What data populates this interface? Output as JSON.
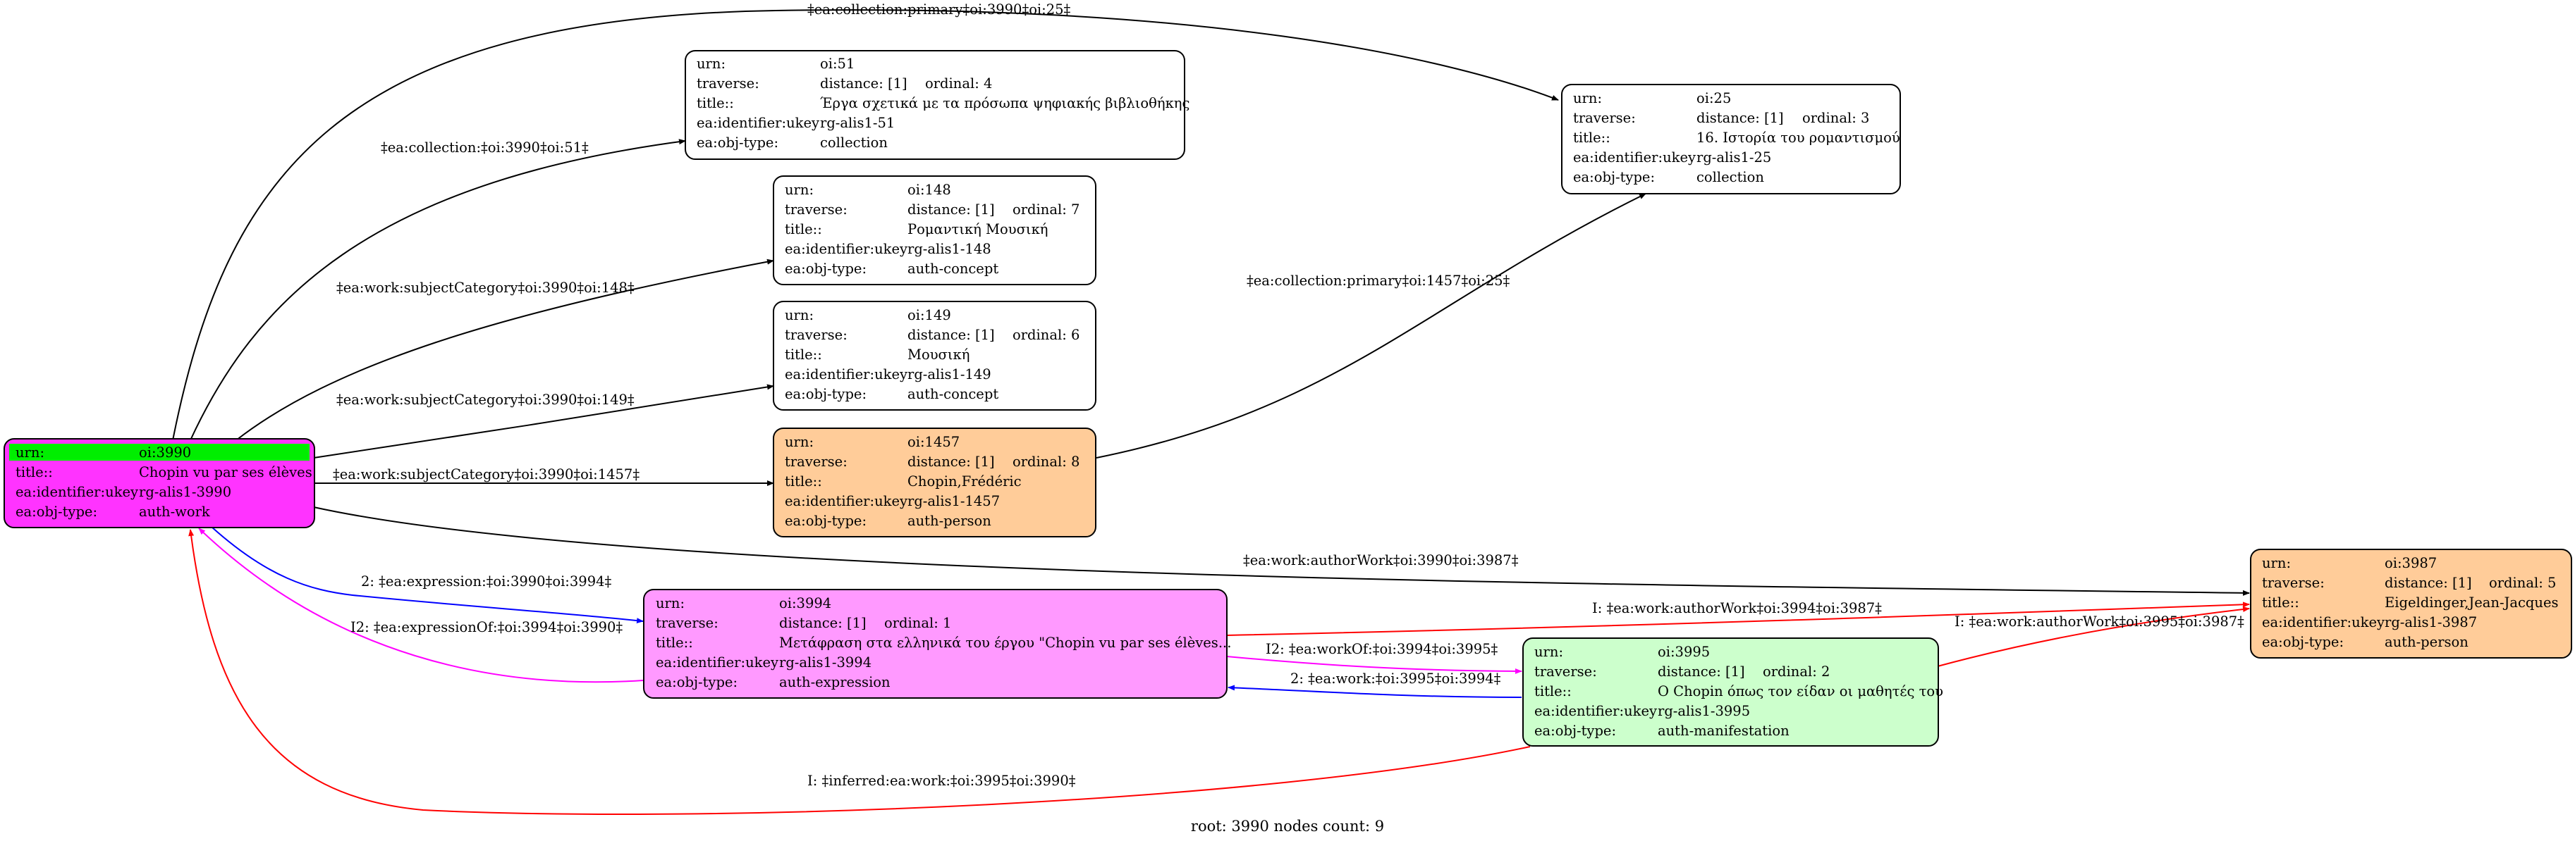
{
  "footer": "root: 3990 nodes count: 9",
  "colors": {
    "root_fill": "#ff33ff",
    "root_urn_highlight": "#00ee00",
    "expression_fill": "#ff99ff",
    "person_fill": "#ffcc99",
    "manifestation_fill": "#ccffcc",
    "default_fill": "#ffffff",
    "edge_black": "#000000",
    "edge_blue": "#0000ff",
    "edge_red": "#ff0000",
    "edge_magenta": "#ff00ff"
  },
  "nodes": [
    {
      "id": "n3990",
      "fill": "#ff33ff",
      "rows": [
        {
          "k": "urn:",
          "v": "oi:3990"
        },
        {
          "k": "title::",
          "v": "Chopin vu par ses élèves"
        },
        {
          "k": "ea:identifier:ukey",
          "v": "rg-alis1-3990"
        },
        {
          "k": "ea:obj-type:",
          "v": "auth-work"
        }
      ]
    },
    {
      "id": "n51",
      "fill": "#ffffff",
      "rows": [
        {
          "k": "urn:",
          "v": "oi:51"
        },
        {
          "k": "traverse:",
          "v": "distance: [1]",
          "v2": "ordinal: 4"
        },
        {
          "k": "title::",
          "v": "Έργα σχετικά με τα πρόσωπα ψηφιακής βιβλιοθήκης"
        },
        {
          "k": "ea:identifier:ukey",
          "v": "rg-alis1-51"
        },
        {
          "k": "ea:obj-type:",
          "v": "collection"
        }
      ]
    },
    {
      "id": "n148",
      "fill": "#ffffff",
      "rows": [
        {
          "k": "urn:",
          "v": "oi:148"
        },
        {
          "k": "traverse:",
          "v": "distance: [1]",
          "v2": "ordinal: 7"
        },
        {
          "k": "title::",
          "v": "Ρομαντική Μουσική"
        },
        {
          "k": "ea:identifier:ukey",
          "v": "rg-alis1-148"
        },
        {
          "k": "ea:obj-type:",
          "v": "auth-concept"
        }
      ]
    },
    {
      "id": "n149",
      "fill": "#ffffff",
      "rows": [
        {
          "k": "urn:",
          "v": "oi:149"
        },
        {
          "k": "traverse:",
          "v": "distance: [1]",
          "v2": "ordinal: 6"
        },
        {
          "k": "title::",
          "v": "Μουσική"
        },
        {
          "k": "ea:identifier:ukey",
          "v": "rg-alis1-149"
        },
        {
          "k": "ea:obj-type:",
          "v": "auth-concept"
        }
      ]
    },
    {
      "id": "n1457",
      "fill": "#ffcc99",
      "rows": [
        {
          "k": "urn:",
          "v": "oi:1457"
        },
        {
          "k": "traverse:",
          "v": "distance: [1]",
          "v2": "ordinal: 8"
        },
        {
          "k": "title::",
          "v": "Chopin,Frédéric"
        },
        {
          "k": "ea:identifier:ukey",
          "v": "rg-alis1-1457"
        },
        {
          "k": "ea:obj-type:",
          "v": "auth-person"
        }
      ]
    },
    {
      "id": "n25",
      "fill": "#ffffff",
      "rows": [
        {
          "k": "urn:",
          "v": "oi:25"
        },
        {
          "k": "traverse:",
          "v": "distance: [1]",
          "v2": "ordinal: 3"
        },
        {
          "k": "title::",
          "v": "16. Ιστορία του ρομαντισμού"
        },
        {
          "k": "ea:identifier:ukey",
          "v": "rg-alis1-25"
        },
        {
          "k": "ea:obj-type:",
          "v": "collection"
        }
      ]
    },
    {
      "id": "n3994",
      "fill": "#ff99ff",
      "rows": [
        {
          "k": "urn:",
          "v": "oi:3994"
        },
        {
          "k": "traverse:",
          "v": "distance: [1]",
          "v2": "ordinal: 1"
        },
        {
          "k": "title::",
          "v": "Μετάφραση στα ελληνικά του έργου \"Chopin vu par ses élèves..."
        },
        {
          "k": "ea:identifier:ukey",
          "v": "rg-alis1-3994"
        },
        {
          "k": "ea:obj-type:",
          "v": "auth-expression"
        }
      ]
    },
    {
      "id": "n3995",
      "fill": "#ccffcc",
      "rows": [
        {
          "k": "urn:",
          "v": "oi:3995"
        },
        {
          "k": "traverse:",
          "v": "distance: [1]",
          "v2": "ordinal: 2"
        },
        {
          "k": "title::",
          "v": "Ο Chopin όπως τον είδαν οι μαθητές του"
        },
        {
          "k": "ea:identifier:ukey",
          "v": "rg-alis1-3995"
        },
        {
          "k": "ea:obj-type:",
          "v": "auth-manifestation"
        }
      ]
    },
    {
      "id": "n3987",
      "fill": "#ffcc99",
      "rows": [
        {
          "k": "urn:",
          "v": "oi:3987"
        },
        {
          "k": "traverse:",
          "v": "distance: [1]",
          "v2": "ordinal: 5"
        },
        {
          "k": "title::",
          "v": "Eigeldinger,Jean-Jacques"
        },
        {
          "k": "ea:identifier:ukey",
          "v": "rg-alis1-3987"
        },
        {
          "k": "ea:obj-type:",
          "v": "auth-person"
        }
      ]
    }
  ],
  "edges": [
    {
      "id": "e-collection-primary-25",
      "label": "‡ea:collection:primary‡oi:3990‡oi:25‡",
      "color": "#000000"
    },
    {
      "id": "e-collection-51",
      "label": "‡ea:collection:‡oi:3990‡oi:51‡",
      "color": "#000000"
    },
    {
      "id": "e-subject-148",
      "label": "‡ea:work:subjectCategory‡oi:3990‡oi:148‡",
      "color": "#000000"
    },
    {
      "id": "e-subject-149",
      "label": "‡ea:work:subjectCategory‡oi:3990‡oi:149‡",
      "color": "#000000"
    },
    {
      "id": "e-subject-1457",
      "label": "‡ea:work:subjectCategory‡oi:3990‡oi:1457‡",
      "color": "#000000"
    },
    {
      "id": "e-collection-primary-1457-25",
      "label": "‡ea:collection:primary‡oi:1457‡oi:25‡",
      "color": "#000000"
    },
    {
      "id": "e-authorwork-3987",
      "label": "‡ea:work:authorWork‡oi:3990‡oi:3987‡",
      "color": "#000000"
    },
    {
      "id": "e-expression-3994",
      "label": "2: ‡ea:expression:‡oi:3990‡oi:3994‡",
      "color": "#0000ff"
    },
    {
      "id": "e-expressionof-3994",
      "label": "I2: ‡ea:expressionOf:‡oi:3994‡oi:3990‡",
      "color": "#ff00ff"
    },
    {
      "id": "e-authorwork-3994-3987",
      "label": "I: ‡ea:work:authorWork‡oi:3994‡oi:3987‡",
      "color": "#ff0000"
    },
    {
      "id": "e-workof-3994-3995",
      "label": "I2: ‡ea:workOf:‡oi:3994‡oi:3995‡",
      "color": "#ff00ff"
    },
    {
      "id": "e-work-3995-3994",
      "label": "2: ‡ea:work:‡oi:3995‡oi:3994‡",
      "color": "#0000ff"
    },
    {
      "id": "e-authorwork-3995-3987",
      "label": "I: ‡ea:work:authorWork‡oi:3995‡oi:3987‡",
      "color": "#ff0000"
    },
    {
      "id": "e-inferred-3995-3990",
      "label": "I: ‡inferred:ea:work:‡oi:3995‡oi:3990‡",
      "color": "#ff0000"
    }
  ]
}
